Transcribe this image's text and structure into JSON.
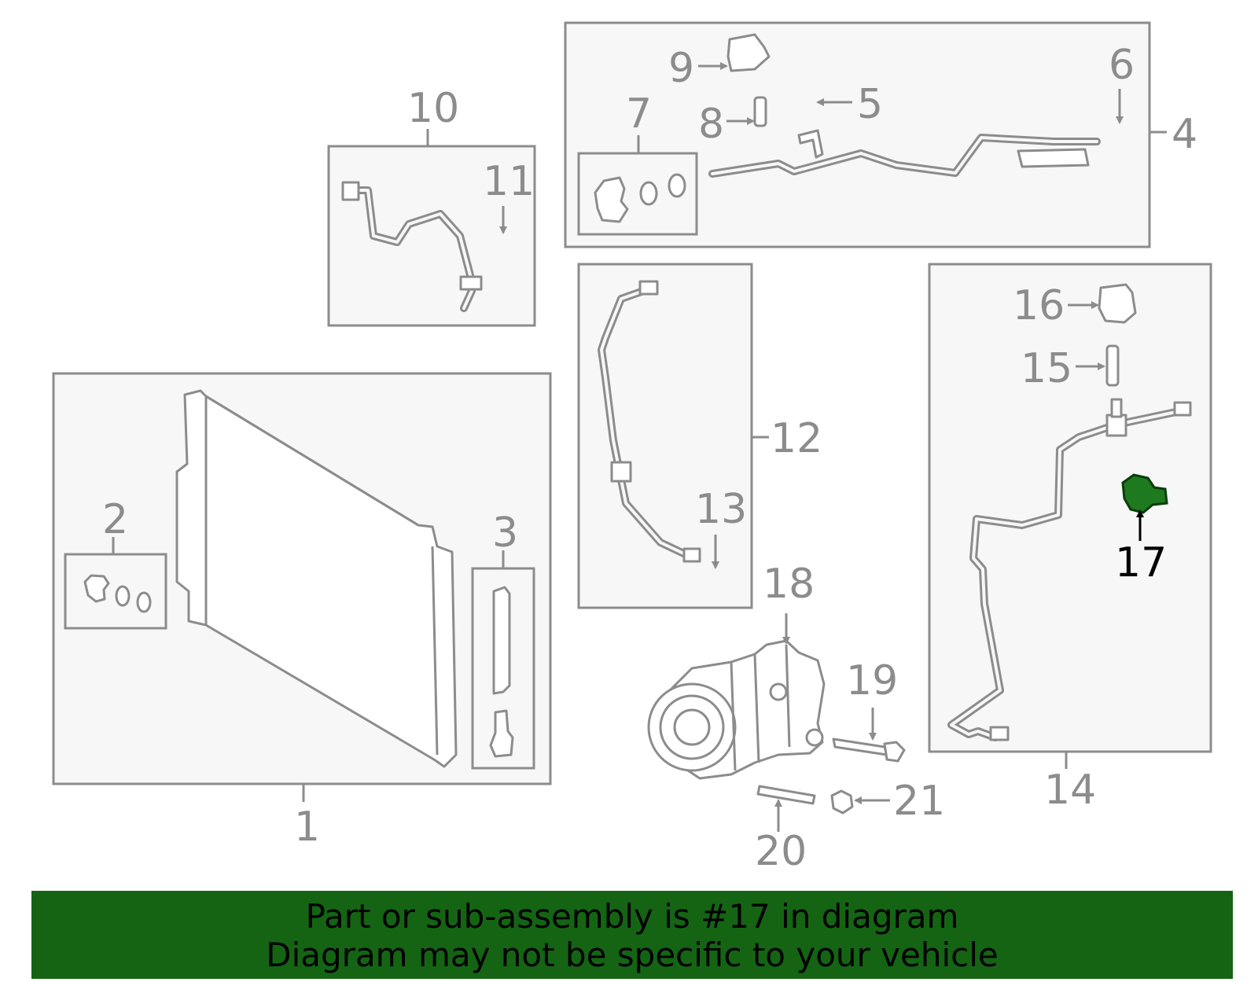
{
  "diagram": {
    "callouts": [
      "1",
      "2",
      "3",
      "4",
      "5",
      "6",
      "7",
      "8",
      "9",
      "10",
      "11",
      "12",
      "13",
      "14",
      "15",
      "16",
      "17",
      "18",
      "19",
      "20",
      "21"
    ],
    "highlighted_part": "17",
    "highlight_color": "#1e7a1e",
    "line_color": "#8c8c8c",
    "box_fill": "#f7f7f7"
  },
  "banner": {
    "line1": "Part or sub-assembly is #17 in diagram",
    "line2": "Diagram may not be specific to your vehicle",
    "background": "#146414"
  }
}
